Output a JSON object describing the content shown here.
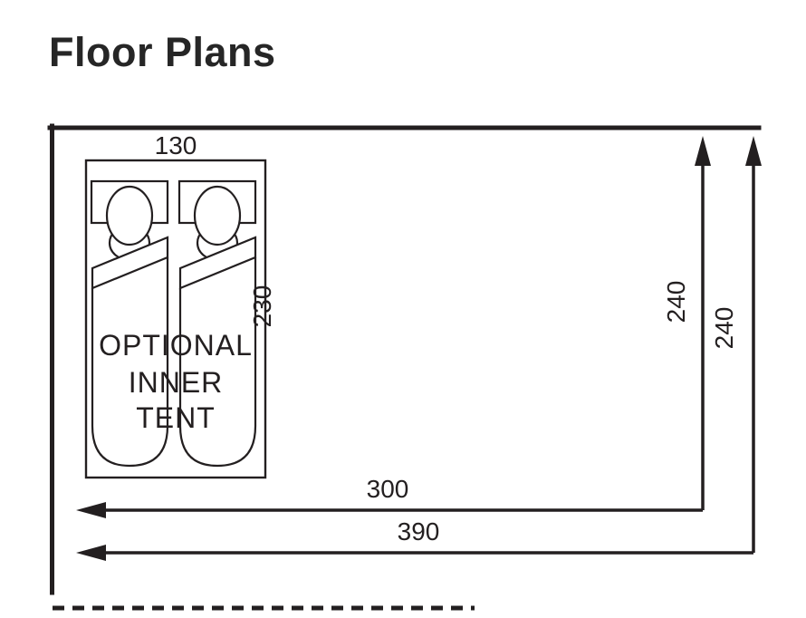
{
  "title": "Floor Plans",
  "floor_plan": {
    "inner_tent": {
      "label": [
        "OPTIONAL",
        "INNER",
        "TENT"
      ],
      "width_label": "130",
      "depth_label": "230"
    },
    "dimensions": {
      "inner_depth_label": "240",
      "outer_depth_label": "240",
      "inner_width_label": "300",
      "outer_width_label": "390"
    },
    "colors": {
      "line": "#231f20",
      "background": "#ffffff"
    }
  }
}
